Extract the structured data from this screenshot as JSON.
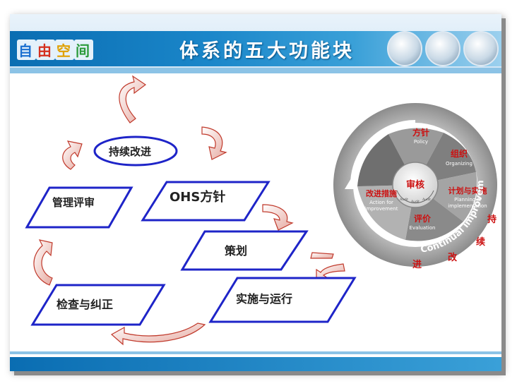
{
  "header": {
    "logo": [
      "自",
      "由",
      "空",
      "间"
    ],
    "logo_colors": [
      "#1a6fd0",
      "#d4301f",
      "#e0a000",
      "#2a9a3a"
    ],
    "title": "体系的五大功能块"
  },
  "flow": {
    "node_continual": "持续改进",
    "node_policy": "OHS方针",
    "node_review": "管理评审",
    "node_planning": "策划",
    "node_check": "检查与纠正",
    "node_implement": "实施与运行"
  },
  "wheel": {
    "center": "审核",
    "center_small_left": "Audit",
    "center_small_mid": "Audit",
    "center_small_right": "Audit",
    "policy_cn": "方针",
    "policy_en": "Policy",
    "org_cn": "组织",
    "org_en": "Organizing",
    "plan_cn": "计划与实施",
    "plan_en_1": "Planning &",
    "plan_en_2": "implementation",
    "eval_cn": "评价",
    "eval_en": "Evaluation",
    "action_cn": "改进措施",
    "action_en_1": "Action for",
    "action_en_2": "improvement",
    "ring_text": "Continual improvement",
    "side_1": "持",
    "side_2": "续",
    "side_3": "改",
    "side_4": "进"
  },
  "colors": {
    "header_blue": "#0a6db2",
    "box_border": "#1e24c8",
    "arrow_red": "#c0392b",
    "wheel_red": "#cc1111"
  }
}
